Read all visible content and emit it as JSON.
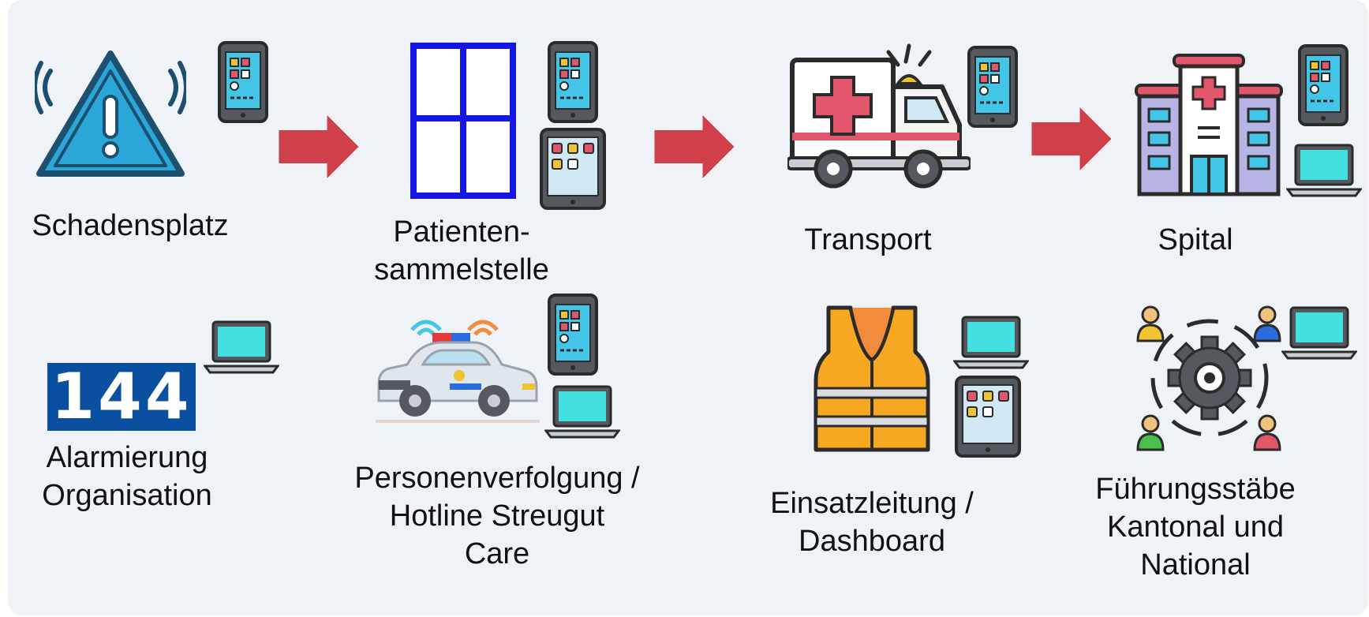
{
  "title": "",
  "labels": {
    "schadensplatz": "Schadensplatz",
    "patienten_l1": "Patienten-",
    "patienten_l2": "sammelstelle",
    "transport": "Transport",
    "spital": "Spital",
    "alarm_l1": "Alarmierung",
    "alarm_l2": "Organisation",
    "person_l1": "Personenverfolgung /",
    "person_l2": "Hotline Streugut",
    "person_l3": "Care",
    "einsatz_l1": "Einsatzleitung /",
    "einsatz_l2": "Dashboard",
    "fuehrung_l1": "Führungsstäbe",
    "fuehrung_l2": "Kantonal und",
    "fuehrung_l3": "National"
  },
  "badge": {
    "text": "144",
    "color": "#0a4fa0"
  },
  "colors": {
    "arrow": "#d0404a",
    "outline": "#2b2b2b",
    "warning": "#2aa7d8",
    "window_frame": "#1515e6"
  },
  "icons": [
    "warning-icon",
    "phone-icon",
    "tablet-icon",
    "laptop-icon",
    "window-icon",
    "ambulance-icon",
    "hospital-icon",
    "police-car-icon",
    "safety-vest-icon",
    "gear-people-icon",
    "arrow-right-icon"
  ]
}
